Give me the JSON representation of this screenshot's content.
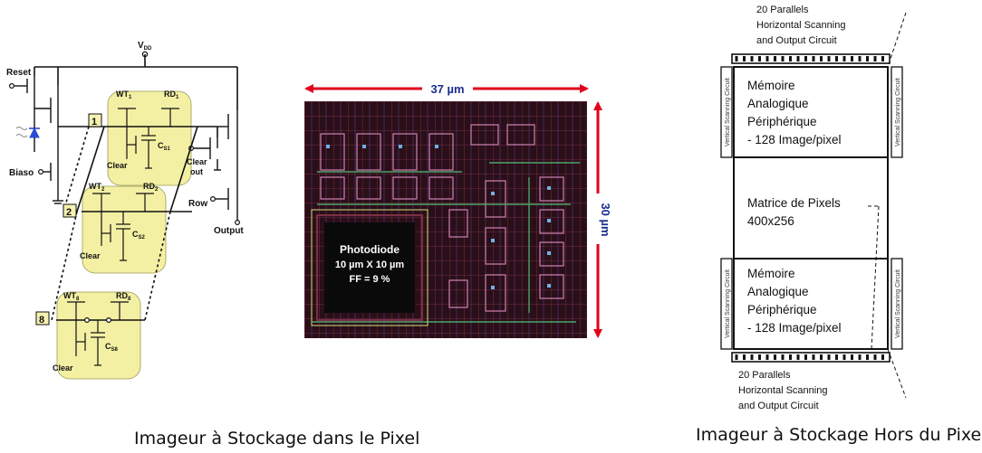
{
  "circuit": {
    "vdd": "V",
    "vdd_sub": "DD",
    "reset": "Reset",
    "biaso": "Biaso",
    "clear_out_1": "Clear",
    "clear_out_2": "out",
    "row": "Row",
    "output": "Output",
    "stages": [
      {
        "num": "1",
        "wt": "WT",
        "wt_sub": "1",
        "rd": "RD",
        "rd_sub": "1",
        "cap": "C",
        "cap_sub": "S1",
        "clear": "Clear"
      },
      {
        "num": "2",
        "wt": "WT",
        "wt_sub": "2",
        "rd": "RD",
        "rd_sub": "2",
        "cap": "C",
        "cap_sub": "S2",
        "clear": "Clear"
      },
      {
        "num": "8",
        "wt": "WT",
        "wt_sub": "8",
        "rd": "RD",
        "rd_sub": "8",
        "cap": "C",
        "cap_sub": "S8",
        "clear": "Clear"
      }
    ],
    "colors": {
      "highlight": "#f3f0a3",
      "wire": "#111111",
      "photodiode": "#2b4bd6"
    }
  },
  "layout": {
    "width_label": "37 µm",
    "height_label": "30 µm",
    "photodiode": "Photodiode",
    "size": "10 µm X 10 µm",
    "ff": "FF = 9 %",
    "colors": {
      "arrow": "#e0001b",
      "height_text": "#1a2d8f",
      "bg": "#2a0f19"
    }
  },
  "arch": {
    "top_label": [
      "20 Parallels",
      "Horizontal Scanning",
      "and Output Circuit"
    ],
    "bottom_label": [
      "20 Parallels",
      "Horizontal Scanning",
      "and Output Circuit"
    ],
    "vertical": "Vertical Scanning Circuit",
    "mem_top": [
      "Mémoire",
      "Analogique",
      "Périphérique",
      "- 128 Image/pixel"
    ],
    "matrix": [
      "Matrice de Pixels",
      "400x256"
    ],
    "mem_bottom": [
      "Mémoire",
      "Analogique",
      "Périphérique",
      "- 128 Image/pixel"
    ]
  },
  "captions": {
    "left": "Imageur à Stockage dans le Pixel",
    "right": "Imageur à Stockage Hors du Pixel"
  }
}
